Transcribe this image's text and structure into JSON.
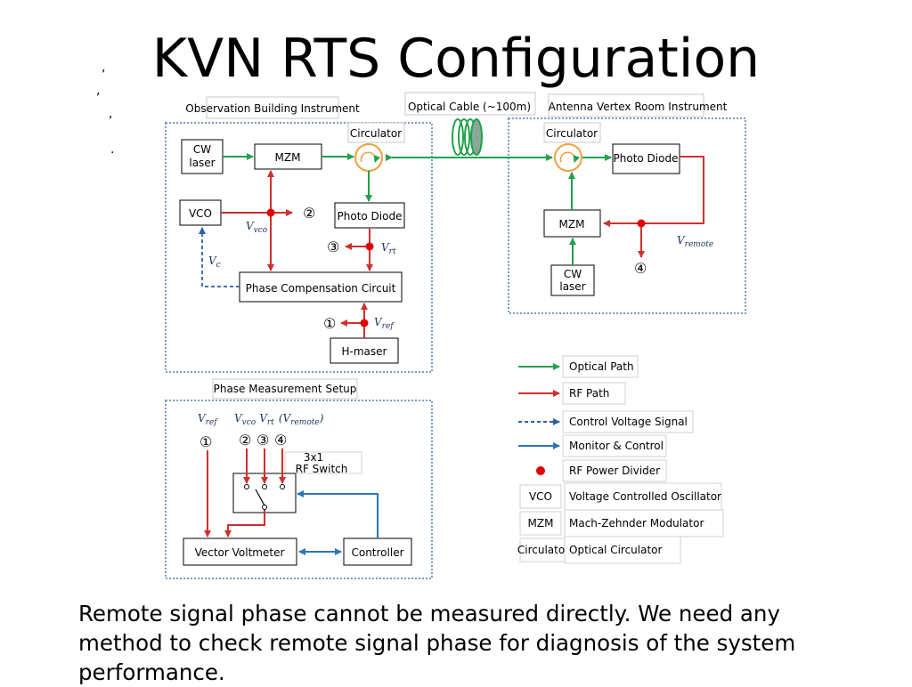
{
  "title": "KVN RTS Configuration",
  "stray_marks": [
    ",",
    ",",
    ",",
    "."
  ],
  "panels": {
    "observation": "Observation Building Instrument",
    "optical_cable": "Optical Cable (~100m)",
    "antenna": "Antenna Vertex Room Instrument",
    "phase_setup": "Phase Measurement Setup"
  },
  "blocks": {
    "cw_laser_left": "CW laser",
    "mzm_left": "MZM",
    "circulator_left": "Circulator",
    "vco": "VCO",
    "photo_diode_left": "Photo Diode",
    "phase_comp": "Phase Compensation Circuit",
    "hmaser": "H-maser",
    "circulator_right": "Circulator",
    "photo_diode_right": "Photo Diode",
    "mzm_right": "MZM",
    "cw_laser_right": "CW laser",
    "rf_switch": "3x1 RF Switch",
    "vector_voltmeter": "Vector Voltmeter",
    "controller": "Controller"
  },
  "symbols": {
    "v_vco": {
      "base": "V",
      "sub": "vco"
    },
    "v_c": {
      "base": "V",
      "sub": "c"
    },
    "v_rt": {
      "base": "V",
      "sub": "rt"
    },
    "v_ref": {
      "base": "V",
      "sub": "ref"
    },
    "v_remote": {
      "base": "V",
      "sub": "remote"
    },
    "setup_header": "(V)"
  },
  "numbers": {
    "n1": "①",
    "n2": "②",
    "n3": "③",
    "n4": "④"
  },
  "legend": [
    {
      "name": "Optical Path",
      "kind": "arrow",
      "color": "#22a04b"
    },
    {
      "name": "RF Path",
      "kind": "arrow",
      "color": "#d0302b"
    },
    {
      "name": "Control Voltage Signal",
      "kind": "dashed",
      "color": "#2e5fa3"
    },
    {
      "name": "Monitor & Control",
      "kind": "arrow",
      "color": "#2e75b6"
    },
    {
      "name": "RF Power Divider",
      "kind": "dot",
      "color": "#e00000"
    }
  ],
  "abbreviations": [
    {
      "abbr": "VCO",
      "full": "Voltage Controlled Oscillator"
    },
    {
      "abbr": "MZM",
      "full": "Mach-Zehnder Modulator"
    },
    {
      "abbr": "Circulator",
      "full": "Optical Circulator"
    }
  ],
  "caption": "Remote signal phase cannot be measured directly. We need any method to check remote signal phase for diagnosis of the system performance.",
  "colors": {
    "optical": "#22a04b",
    "rf": "#d0302b",
    "control": "#2e5fa3",
    "monitor": "#2e75b6",
    "divider": "#e00000",
    "panel_border": "#7f9cc4",
    "circulator": "#f0a040"
  }
}
